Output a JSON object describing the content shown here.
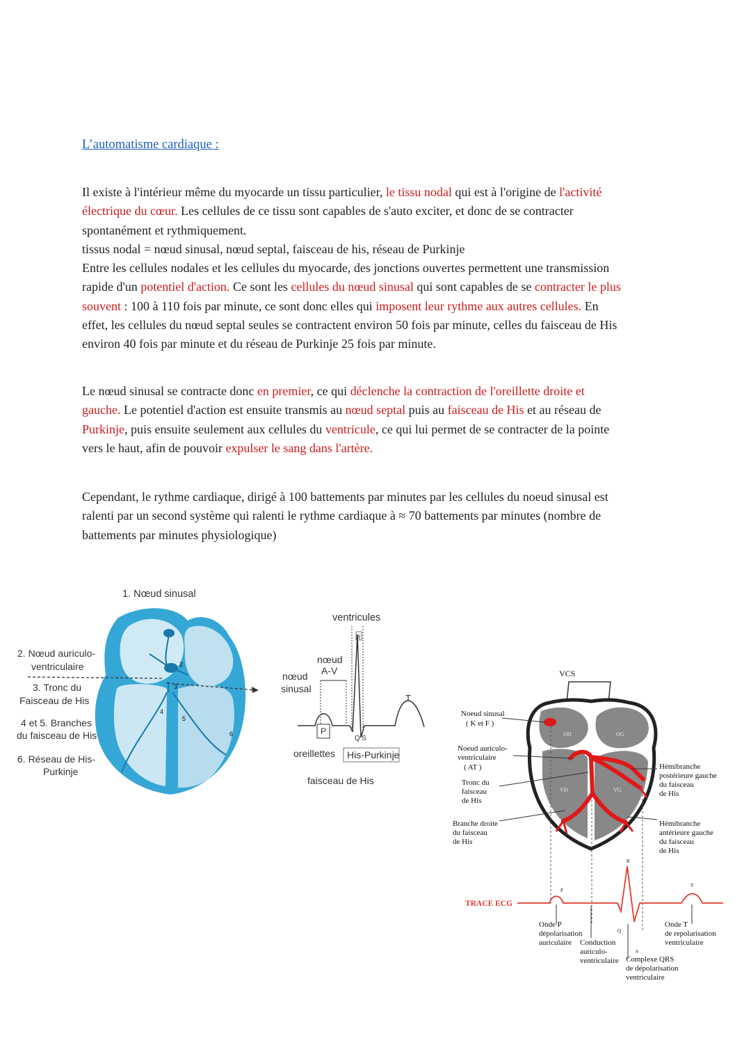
{
  "heading": "L’automatisme cardiaque :",
  "paragraph1": {
    "lines": [
      [
        {
          "t": "Il existe à l'intérieur même du myocarde un tissu particulier, "
        },
        {
          "t": "le tissu nodal",
          "red": true
        },
        {
          "t": " qui est à l'origine de "
        },
        {
          "t": "l'activité",
          "red": true
        }
      ],
      [
        {
          "t": "électrique du cœur.",
          "red": true
        },
        {
          "t": " Les cellules de ce tissu sont capables de s'auto exciter, et donc de se contracter"
        }
      ],
      [
        {
          "t": "spontanément et rythmiquement."
        }
      ],
      [
        {
          "t": "tissus nodal = nœud sinusal, nœud septal, faisceau de his, réseau de Purkinje"
        }
      ],
      [
        {
          "t": "Entre les cellules nodales et les cellules du myocarde, des jonctions ouvertes permettent une transmission"
        }
      ],
      [
        {
          "t": "rapide d'un "
        },
        {
          "t": "potentiel d'action.",
          "red": true
        },
        {
          "t": " Ce sont les "
        },
        {
          "t": "cellules du nœud sinusal",
          "red": true
        },
        {
          "t": " qui sont capables de se "
        },
        {
          "t": "contracter le plus",
          "red": true
        }
      ],
      [
        {
          "t": "souvent",
          "red": true
        },
        {
          "t": " : 100 à 110 fois par minute, ce sont donc elles qui "
        },
        {
          "t": "imposent leur rythme aux autres cellules.",
          "red": true
        },
        {
          "t": " En"
        }
      ],
      [
        {
          "t": "effet, les cellules du nœud septal seules se contractent environ 50 fois par minute, celles du faisceau de His"
        }
      ],
      [
        {
          "t": "environ 40 fois par minute et du réseau de Purkinje 25 fois par minute."
        }
      ]
    ]
  },
  "paragraph2": {
    "lines": [
      [
        {
          "t": "Le nœud sinusal se contracte donc "
        },
        {
          "t": "en premier",
          "red": true
        },
        {
          "t": ", ce qui "
        },
        {
          "t": "déclenche la contraction de l'oreillette droite et",
          "red": true
        }
      ],
      [
        {
          "t": "gauche.",
          "red": true
        },
        {
          "t": " Le potentiel d'action est ensuite transmis au "
        },
        {
          "t": "nœud septal",
          "red": true
        },
        {
          "t": " puis au "
        },
        {
          "t": "faisceau de His",
          "red": true
        },
        {
          "t": " et au réseau de"
        }
      ],
      [
        {
          "t": "Purkinje",
          "red": true
        },
        {
          "t": ", puis ensuite seulement aux cellules du "
        },
        {
          "t": "ventricule",
          "red": true
        },
        {
          "t": ", ce qui lui permet de se contracter de la pointe"
        }
      ],
      [
        {
          "t": "vers le haut, afin de pouvoir "
        },
        {
          "t": "expulser le sang dans l'artère.",
          "red": true
        }
      ]
    ]
  },
  "paragraph3": {
    "lines": [
      [
        {
          "t": "Cependant, le rythme cardiaque, dirigé à 100 battements par minutes par les cellules du noeud sinusal est"
        }
      ],
      [
        {
          "t": "ralenti par un second système qui ralenti le rythme cardiaque à ≈ 70 battements par minutes (nombre de"
        }
      ],
      [
        {
          "t": "battements par minutes physiologique)"
        }
      ]
    ]
  },
  "figure1": {
    "title": "1. Nœud sinusal",
    "label2_line1": "2. Nœud auriculo-",
    "label2_line2": "ventriculaire",
    "label3_line1": "3. Tronc du",
    "label3_line2": "Faisceau de His",
    "label45_line1": "4 et 5. Branches",
    "label45_line2": "du faisceau de His",
    "label6_line1": "6. Réseau de His-",
    "label6_line2": "Purkinje",
    "num2": "2",
    "num3": "3",
    "num4": "4",
    "num5": "5",
    "num6": "6"
  },
  "figure2": {
    "ventricules": "ventricules",
    "noeud_av_line1": "nœud",
    "noeud_av_line2": "A-V",
    "noeud_sinusal_line1": "nœud",
    "noeud_sinusal_line2": "sinusal",
    "R": "R",
    "T": "T",
    "P": "P",
    "Q": "Q",
    "S": "S",
    "oreillettes": "oreillettes",
    "his_purkinje": "His-Purkinje",
    "faisceau": "faisceau de His"
  },
  "figure3": {
    "vcs": "VCS",
    "od": "OD",
    "og": "OG",
    "vd": "VD",
    "vg": "VG",
    "s": "S",
    "noeud_sinusal_l1": "Noeud sinusal",
    "noeud_sinusal_l2": "( K et F )",
    "noeud_av_l1": "Noeud auriculo-",
    "noeud_av_l2": "ventriculaire",
    "noeud_av_l3": "( AT )",
    "tronc_l1": "Tronc du",
    "tronc_l2": "faisceau",
    "tronc_l3": "de His",
    "branche_l1": "Branche droite",
    "branche_l2": "du faisceau",
    "branche_l3": "de His",
    "hemi_post_l1": "Hémibranche",
    "hemi_post_l2": "postérieure gauche",
    "hemi_post_l3": "du faisceau",
    "hemi_post_l4": "de His",
    "hemi_ant_l1": "Hémibranche",
    "hemi_ant_l2": "antérieure gauche",
    "hemi_ant_l3": "du faisceau",
    "hemi_ant_l4": "de His",
    "trace": "TRACE ECG",
    "ecg_p": "P",
    "ecg_q": "Q",
    "ecg_r": "R",
    "ecg_s": "S",
    "ecg_t": "T",
    "onde_p_l1": "Onde P",
    "onde_p_l2": "dépolarisation",
    "onde_p_l3": "auriculaire",
    "conduction_l1": "Conduction",
    "conduction_l2": "auriculo-",
    "conduction_l3": "ventriculaire",
    "qrs_l1": "Complexe QRS",
    "qrs_l2": "de dépolarisation",
    "qrs_l3": "ventriculaire",
    "onde_t_l1": "Onde T",
    "onde_t_l2": "de repolarisation",
    "onde_t_l3": "ventriculaire"
  },
  "colors": {
    "accent_red": "#cc1c1c",
    "heading_blue": "#1f5fbf",
    "heart_blue": "#2f9fcf",
    "ecg_red": "#e23b2e"
  }
}
